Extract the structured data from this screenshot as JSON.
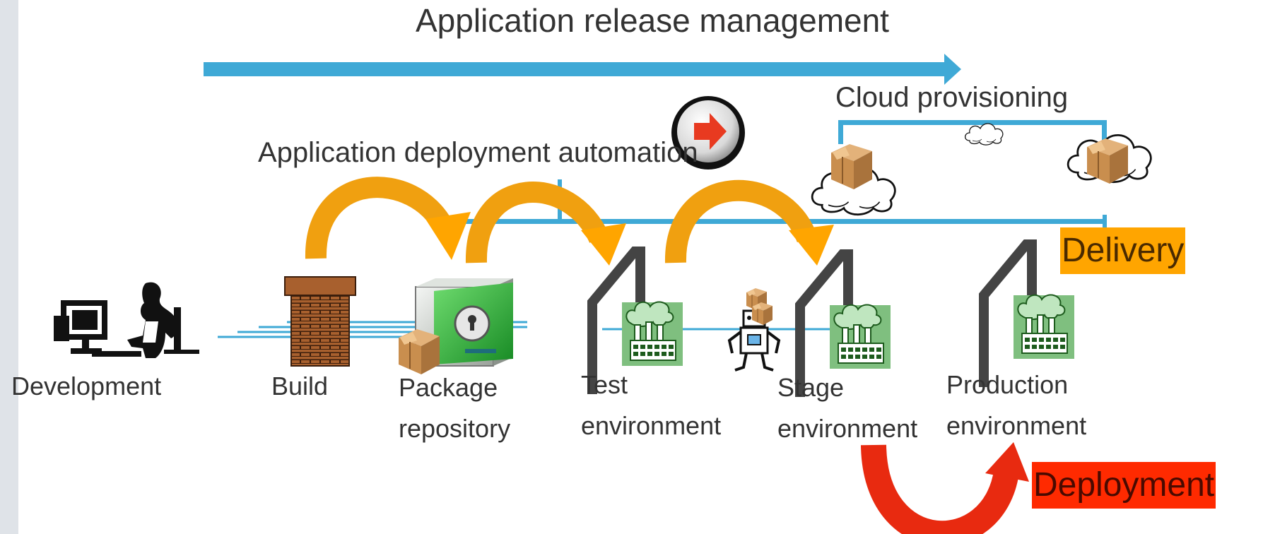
{
  "titles": {
    "release": "Application release management",
    "deployment_automation": "Application deployment automation",
    "cloud": "Cloud provisioning"
  },
  "badges": {
    "delivery": "Delivery",
    "deployment": "Deployment"
  },
  "stages": {
    "development": "Development",
    "build": "Build",
    "package_1": "Package",
    "package_2": "repository",
    "test_1": "Test",
    "test_2": "environment",
    "stage_1": "Stage",
    "stage_2": "environment",
    "production_1": "Production",
    "production_2": "environment"
  },
  "colors": {
    "flow_blue": "#3fa9d6",
    "orange_arrow": "#f0a010",
    "red_arrow": "#e82a10",
    "delivery_bg": "#ffa500",
    "deployment_bg": "#ff2a00",
    "factory_green": "#7fbf7f",
    "brick": "#9b5a2c",
    "safe_green": "#2fae3a"
  },
  "icons": {
    "developer": "person-at-computer-icon",
    "build": "brick-chimney-icon",
    "repository": "safe-vault-icon",
    "environment": "factory-icon",
    "robot": "robot-icon",
    "cloud": "cloud-icon",
    "package": "cardboard-box-icon",
    "next": "next-arrow-button-icon"
  }
}
